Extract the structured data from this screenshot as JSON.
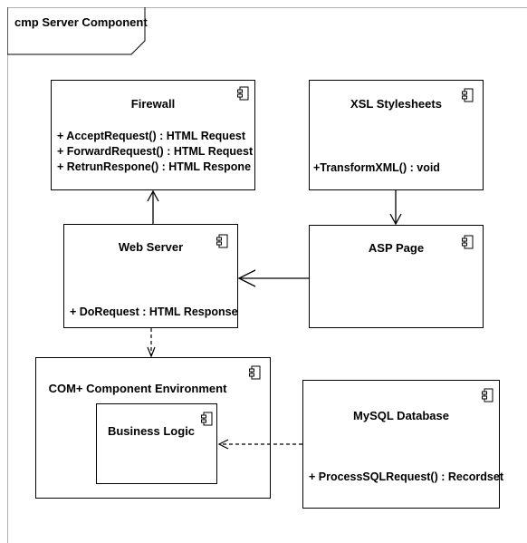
{
  "frame": {
    "title": "cmp Server Component"
  },
  "components": {
    "firewall": {
      "name": "Firewall",
      "operations": [
        "+ AcceptRequest() : HTML Request",
        "+ ForwardRequest() : HTML Request",
        "+ RetrunRespone() : HTML Respone"
      ]
    },
    "xsl": {
      "name": "XSL Stylesheets",
      "operations": [
        "+TransformXML() : void"
      ]
    },
    "web_server": {
      "name": "Web Server",
      "operations": [
        "+ DoRequest : HTML Response"
      ]
    },
    "asp_page": {
      "name": "ASP Page"
    },
    "com_env": {
      "name": "COM+ Component Environment"
    },
    "business_logic": {
      "name": "Business Logic"
    },
    "mysql": {
      "name": "MySQL Database",
      "operations": [
        "+ ProcessSQLRequest() : Recordset"
      ]
    }
  }
}
